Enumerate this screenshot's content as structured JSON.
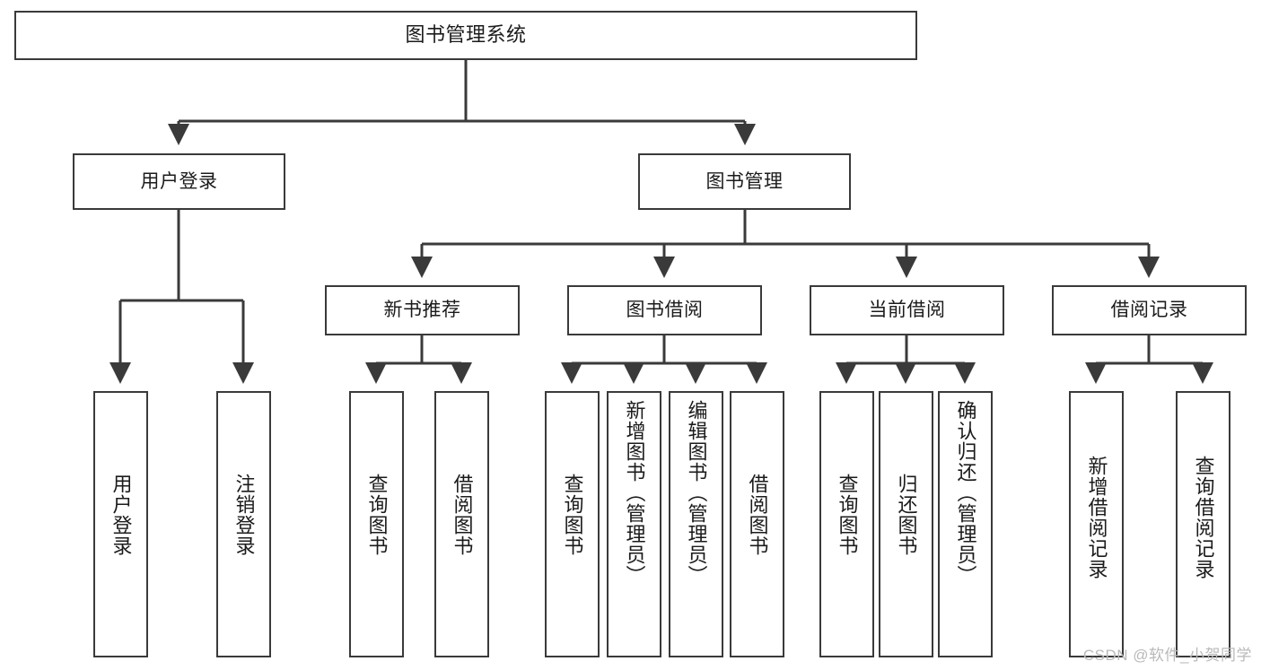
{
  "diagram": {
    "title": "图书管理系统",
    "type": "tree-hierarchy",
    "watermark": "CSDN @软件_小贺同学",
    "colors": {
      "stroke": "#3a3a3a",
      "fill": "#ffffff",
      "text": "#1b1b1b",
      "watermark": "#b9b9b9"
    },
    "root": {
      "label": "图书管理系统"
    },
    "level2": [
      {
        "label": "用户登录"
      },
      {
        "label": "图书管理"
      }
    ],
    "level3": [
      {
        "label": "新书推荐"
      },
      {
        "label": "图书借阅"
      },
      {
        "label": "当前借阅"
      },
      {
        "label": "借阅记录"
      }
    ],
    "leaves": {
      "user_login": [
        {
          "label": "用户登录"
        },
        {
          "label": "注销登录"
        }
      ],
      "new_book_recommend": [
        {
          "label": "查询图书"
        },
        {
          "label": "借阅图书"
        }
      ],
      "book_borrow": [
        {
          "label": "查询图书"
        },
        {
          "label": "新增图书（管理员）"
        },
        {
          "label": "编辑图书（管理员）"
        },
        {
          "label": "借阅图书"
        }
      ],
      "current_borrow": [
        {
          "label": "查询图书"
        },
        {
          "label": "归还图书"
        },
        {
          "label": "确认归还（管理员）"
        }
      ],
      "borrow_record": [
        {
          "label": "新增借阅记录"
        },
        {
          "label": "查询借阅记录"
        }
      ]
    }
  }
}
